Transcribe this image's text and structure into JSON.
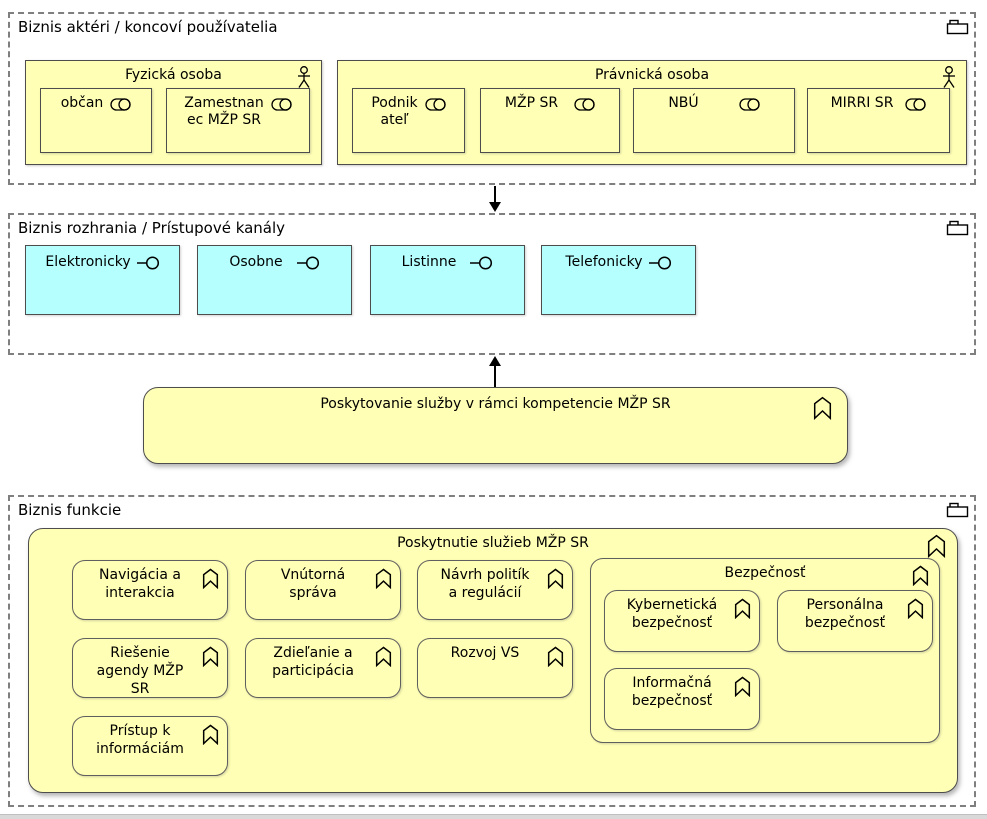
{
  "colors": {
    "business_yellow": "#FFFFB5",
    "channel_cyan": "#B5FFFF",
    "shape_border": "#4d4d4d",
    "dashed_border": "#7f7f7f",
    "text": "#000000"
  },
  "icons": [
    "folder-icon",
    "actor-icon",
    "role-icon",
    "interface-icon",
    "function-icon",
    "arrow-down-icon",
    "arrow-up-icon"
  ],
  "actors": {
    "title": "Biznis aktéri / koncoví používatelia",
    "fyzicka": {
      "title": "Fyzická osoba",
      "roles": [
        "občan",
        "Zamestnan\nec MŽP SR"
      ]
    },
    "pravnicka": {
      "title": "Právnická osoba",
      "roles": [
        "Podnik\nateľ",
        "MŽP SR",
        "NBÚ",
        "MIRRI SR"
      ]
    }
  },
  "channels": {
    "title": "Biznis rozhrania / Prístupové kanály",
    "interfaces": [
      "Elektronicky",
      "Osobne",
      "Listinne",
      "Telefonicky"
    ]
  },
  "service": {
    "label": "Poskytovanie služby v rámci kompetencie MŽP SR"
  },
  "functions": {
    "title": "Biznis funkcie",
    "container_label": "Poskytnutie služieb MŽP SR",
    "items": [
      "Navigácia a\ninterakcia",
      "Vnútorná\nspráva",
      "Návrh politík\na regulácií",
      "Riešenie\nagendy MŽP\nSR",
      "Zdieľanie a\nparticipácia",
      "Rozvoj VS",
      "Prístup k\ninformáciám"
    ],
    "security": {
      "title": "Bezpečnosť",
      "items": [
        "Kybernetická\nbezpečnosť",
        "Personálna\nbezpečnosť",
        "Informačná\nbezpečnosť"
      ]
    }
  }
}
